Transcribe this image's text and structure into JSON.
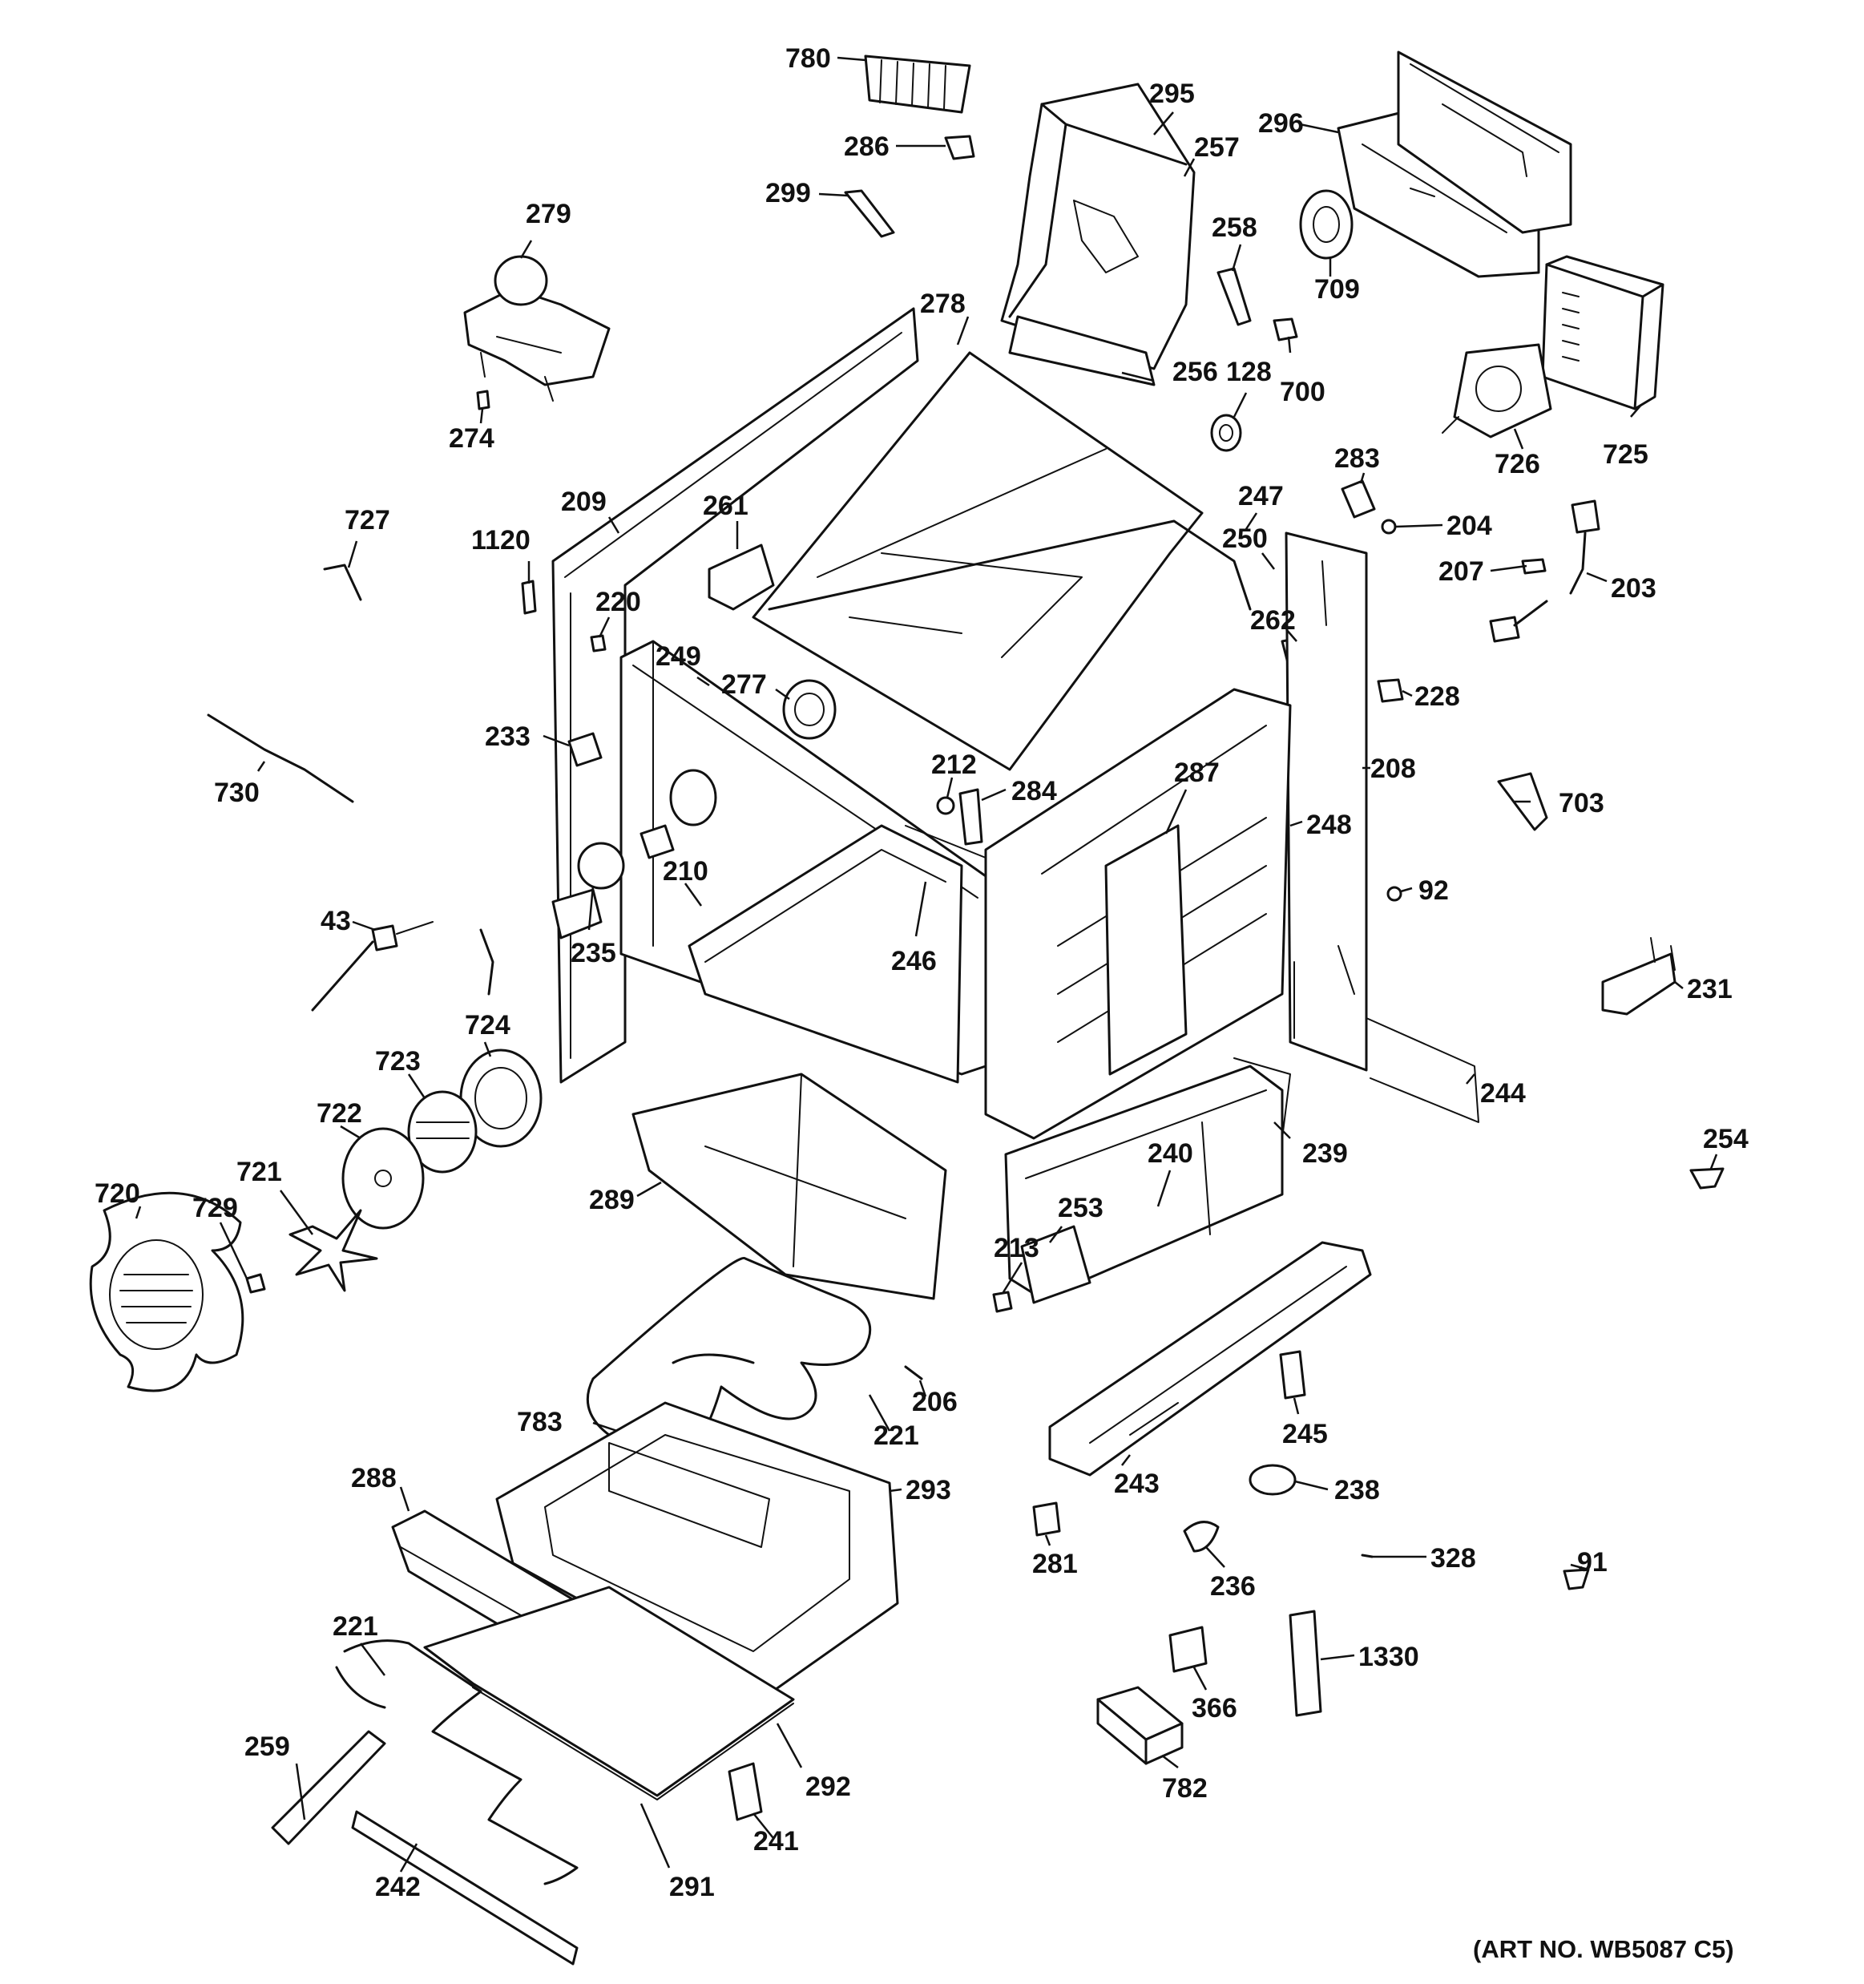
{
  "art_number": "(ART NO. WB5087 C5)",
  "parts": {
    "p780": "780",
    "p286": "286",
    "p299": "299",
    "p295": "295",
    "p257": "257",
    "p296": "296",
    "p709": "709",
    "p258": "258",
    "p279": "279",
    "p278": "278",
    "p256": "256",
    "p128": "128",
    "p700": "700",
    "p726": "726",
    "p725": "725",
    "p274": "274",
    "p283": "283",
    "p204": "204",
    "p247": "247",
    "p250": "250",
    "p727": "727",
    "p209": "209",
    "p261": "261",
    "p1120": "1120",
    "p220": "220",
    "p207": "207",
    "p203": "203",
    "p262": "262",
    "p249": "249",
    "p277": "277",
    "p228": "228",
    "p233": "233",
    "p212": "212",
    "p284": "284",
    "p287": "287",
    "p208": "208",
    "p730": "730",
    "p703": "703",
    "p248": "248",
    "p92": "92",
    "p43": "43",
    "p210": "210",
    "p235": "235",
    "p246": "246",
    "p231": "231",
    "p724": "724",
    "p723": "723",
    "p722": "722",
    "p244": "244",
    "p240": "240",
    "p239": "239",
    "p254": "254",
    "p721": "721",
    "p720": "720",
    "p729": "729",
    "p289": "289",
    "p253": "253",
    "p213": "213",
    "p206": "206",
    "p245": "245",
    "p783": "783",
    "p221a": "221",
    "p288": "288",
    "p293": "293",
    "p243": "243",
    "p238": "238",
    "p281": "281",
    "p236": "236",
    "p328": "328",
    "p91": "91",
    "p221b": "221",
    "p1330": "1330",
    "p366": "366",
    "p259": "259",
    "p292": "292",
    "p782": "782",
    "p241": "241",
    "p291": "291",
    "p242": "242"
  }
}
